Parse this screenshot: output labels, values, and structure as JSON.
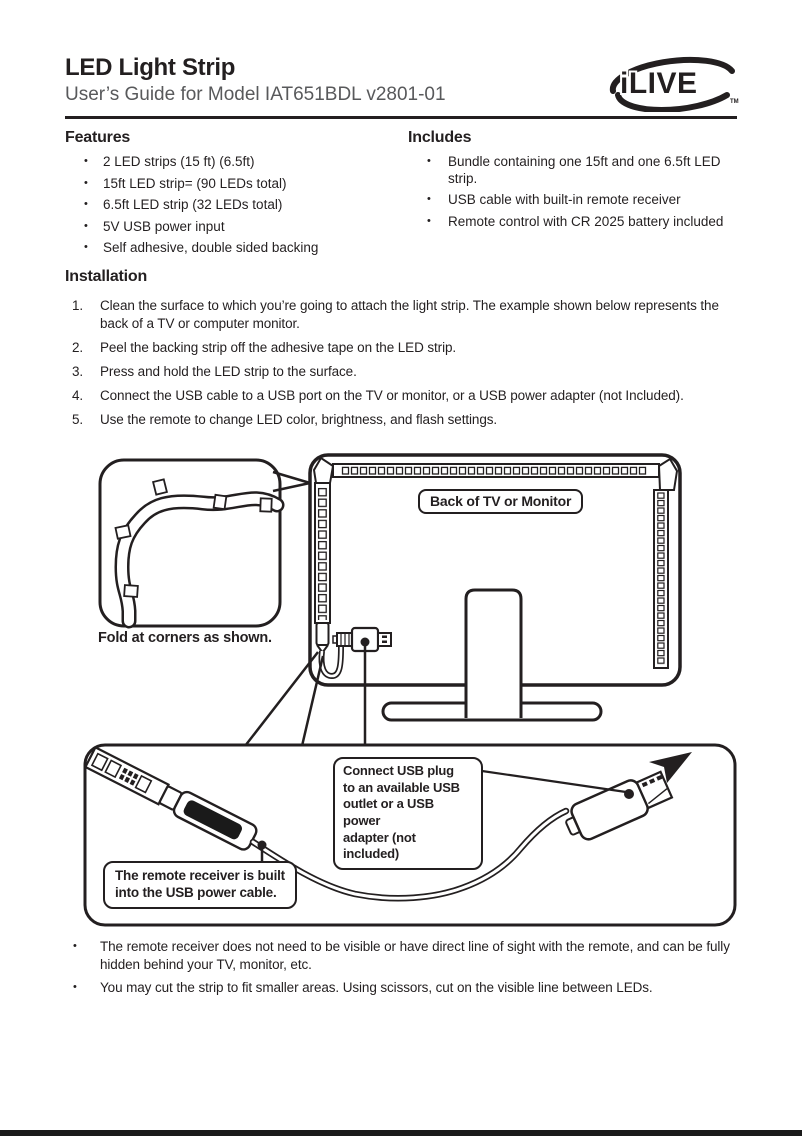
{
  "page": {
    "title": "LED Light Strip",
    "subtitle": "User’s Guide for Model IAT651BDL v2801-01",
    "brand": "iLIVE",
    "brand_tm": "TM"
  },
  "features": {
    "heading": "Features",
    "items": [
      "2 LED strips (15 ft) (6.5ft)",
      "15ft LED strip= (90 LEDs total)",
      "6.5ft LED strip (32 LEDs total)",
      "5V USB power input",
      "Self adhesive, double sided backing"
    ]
  },
  "includes": {
    "heading": "Includes",
    "items": [
      "Bundle containing one 15ft and one 6.5ft LED strip.",
      "USB cable with built-in remote receiver",
      "Remote control with CR 2025 battery included"
    ]
  },
  "installation": {
    "heading": "Installation",
    "steps": [
      "Clean the surface to which you’re going to attach the light strip. The example shown below represents the back of a TV or computer monitor.",
      "Peel the backing strip off the adhesive tape on the LED strip.",
      "Press and hold the LED strip to the surface.",
      "Connect the USB cable to a USB port on the TV or monitor, or a USB power adapter (not Included).",
      "Use the remote to change LED color, brightness, and flash settings."
    ]
  },
  "diagram": {
    "tv_label": "Back of TV or Monitor",
    "fold_caption": "Fold at corners as shown.",
    "usb_callout": "Connect USB plug\nto an available USB\noutlet or a USB power\nadapter (not included)",
    "receiver_callout": "The remote receiver is built\ninto the USB power cable."
  },
  "notes": {
    "items": [
      "The remote receiver does not need to be visible or have direct line of sight with the remote, and can be fully hidden behind your TV, monitor, etc.",
      "You may cut the strip to fit smaller areas. Using scissors, cut on the visible line between LEDs."
    ]
  },
  "colors": {
    "ink": "#231f20",
    "subtitle_gray": "#58595b",
    "footer_bar": "#1a1a1a"
  }
}
